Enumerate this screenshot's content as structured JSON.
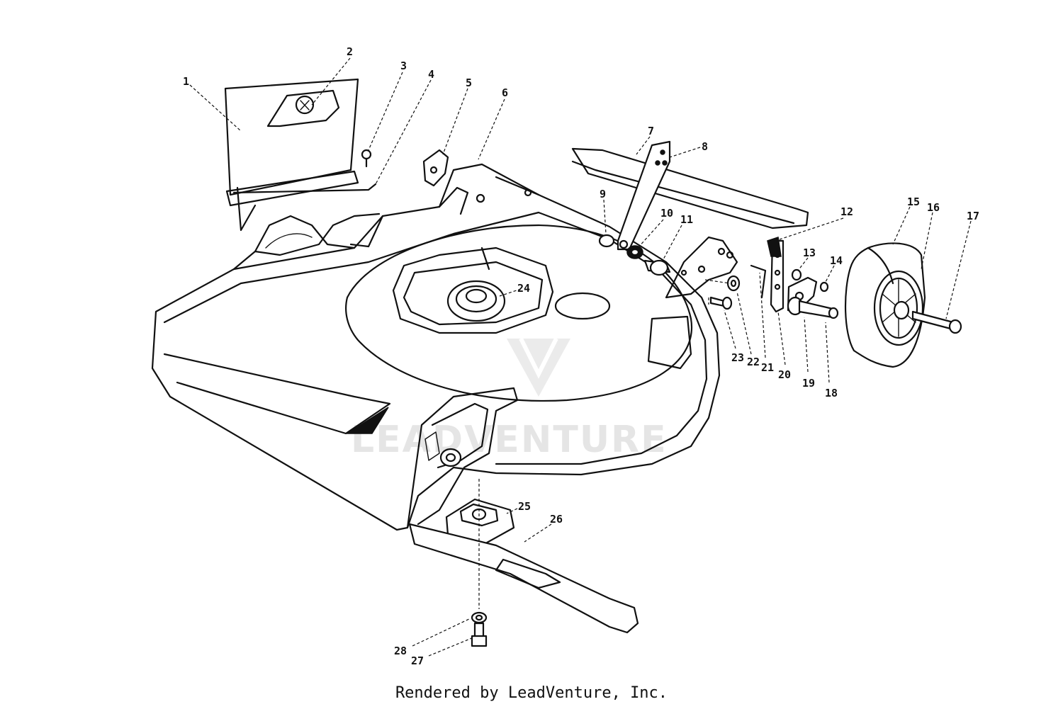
{
  "diagram": {
    "callouts": [
      {
        "id": "1",
        "label": "1"
      },
      {
        "id": "2",
        "label": "2"
      },
      {
        "id": "3",
        "label": "3"
      },
      {
        "id": "4",
        "label": "4"
      },
      {
        "id": "5",
        "label": "5"
      },
      {
        "id": "6",
        "label": "6"
      },
      {
        "id": "7",
        "label": "7"
      },
      {
        "id": "8",
        "label": "8"
      },
      {
        "id": "9",
        "label": "9"
      },
      {
        "id": "10",
        "label": "10"
      },
      {
        "id": "11",
        "label": "11"
      },
      {
        "id": "12",
        "label": "12"
      },
      {
        "id": "13",
        "label": "13"
      },
      {
        "id": "14",
        "label": "14"
      },
      {
        "id": "15",
        "label": "15"
      },
      {
        "id": "16",
        "label": "16"
      },
      {
        "id": "17",
        "label": "17"
      },
      {
        "id": "18",
        "label": "18"
      },
      {
        "id": "19",
        "label": "19"
      },
      {
        "id": "20",
        "label": "20"
      },
      {
        "id": "21",
        "label": "21"
      },
      {
        "id": "22",
        "label": "22"
      },
      {
        "id": "23",
        "label": "23"
      },
      {
        "id": "24",
        "label": "24"
      },
      {
        "id": "25",
        "label": "25"
      },
      {
        "id": "26",
        "label": "26"
      },
      {
        "id": "27",
        "label": "27"
      },
      {
        "id": "28",
        "label": "28"
      }
    ],
    "watermark": "LEADVENTURE"
  },
  "footer": {
    "text": "Rendered by LeadVenture, Inc."
  }
}
